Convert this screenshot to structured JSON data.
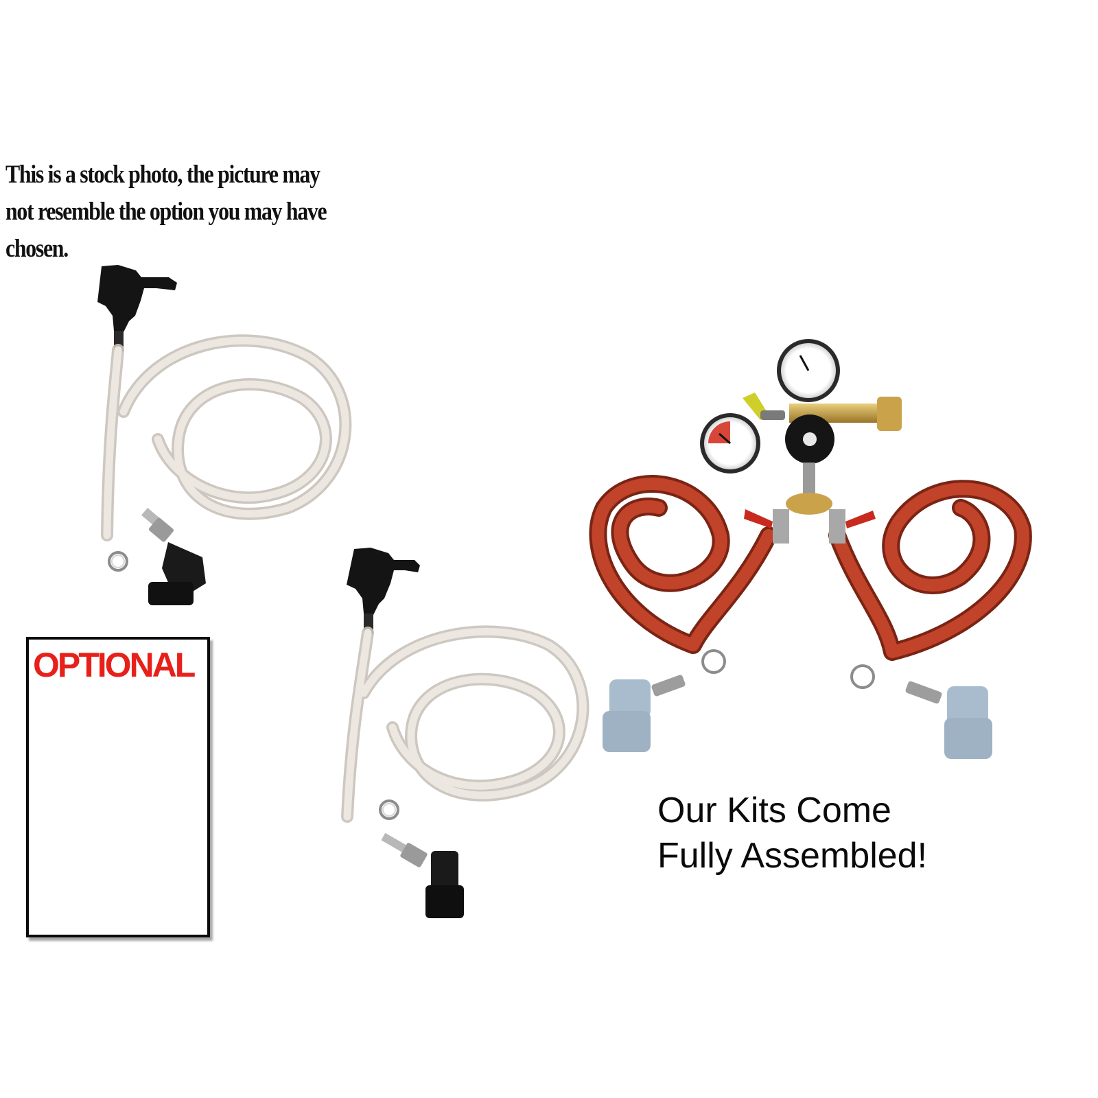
{
  "disclaimer": {
    "line1": "This is a stock photo, the picture may",
    "line2": "not resemble the option you may have",
    "line3": "chosen."
  },
  "optional_box": {
    "label": "OPTIONAL"
  },
  "tagline": {
    "line1": "Our Kits Come",
    "line2": "Fully Assembled!"
  },
  "colors": {
    "optional_red": "#e8201a",
    "gas_hose": "#b73a22",
    "beer_line": "#e9e3dc",
    "ball_lock_gray": "#a9bccd",
    "brass": "#c9a24a"
  },
  "icons": [
    "picnic-tap-icon",
    "beer-line-icon",
    "keg-coupler-icon",
    "co2-tank-icon",
    "dual-regulator-icon",
    "gas-hose-icon",
    "gas-disconnect-icon",
    "hose-clamp-icon"
  ]
}
